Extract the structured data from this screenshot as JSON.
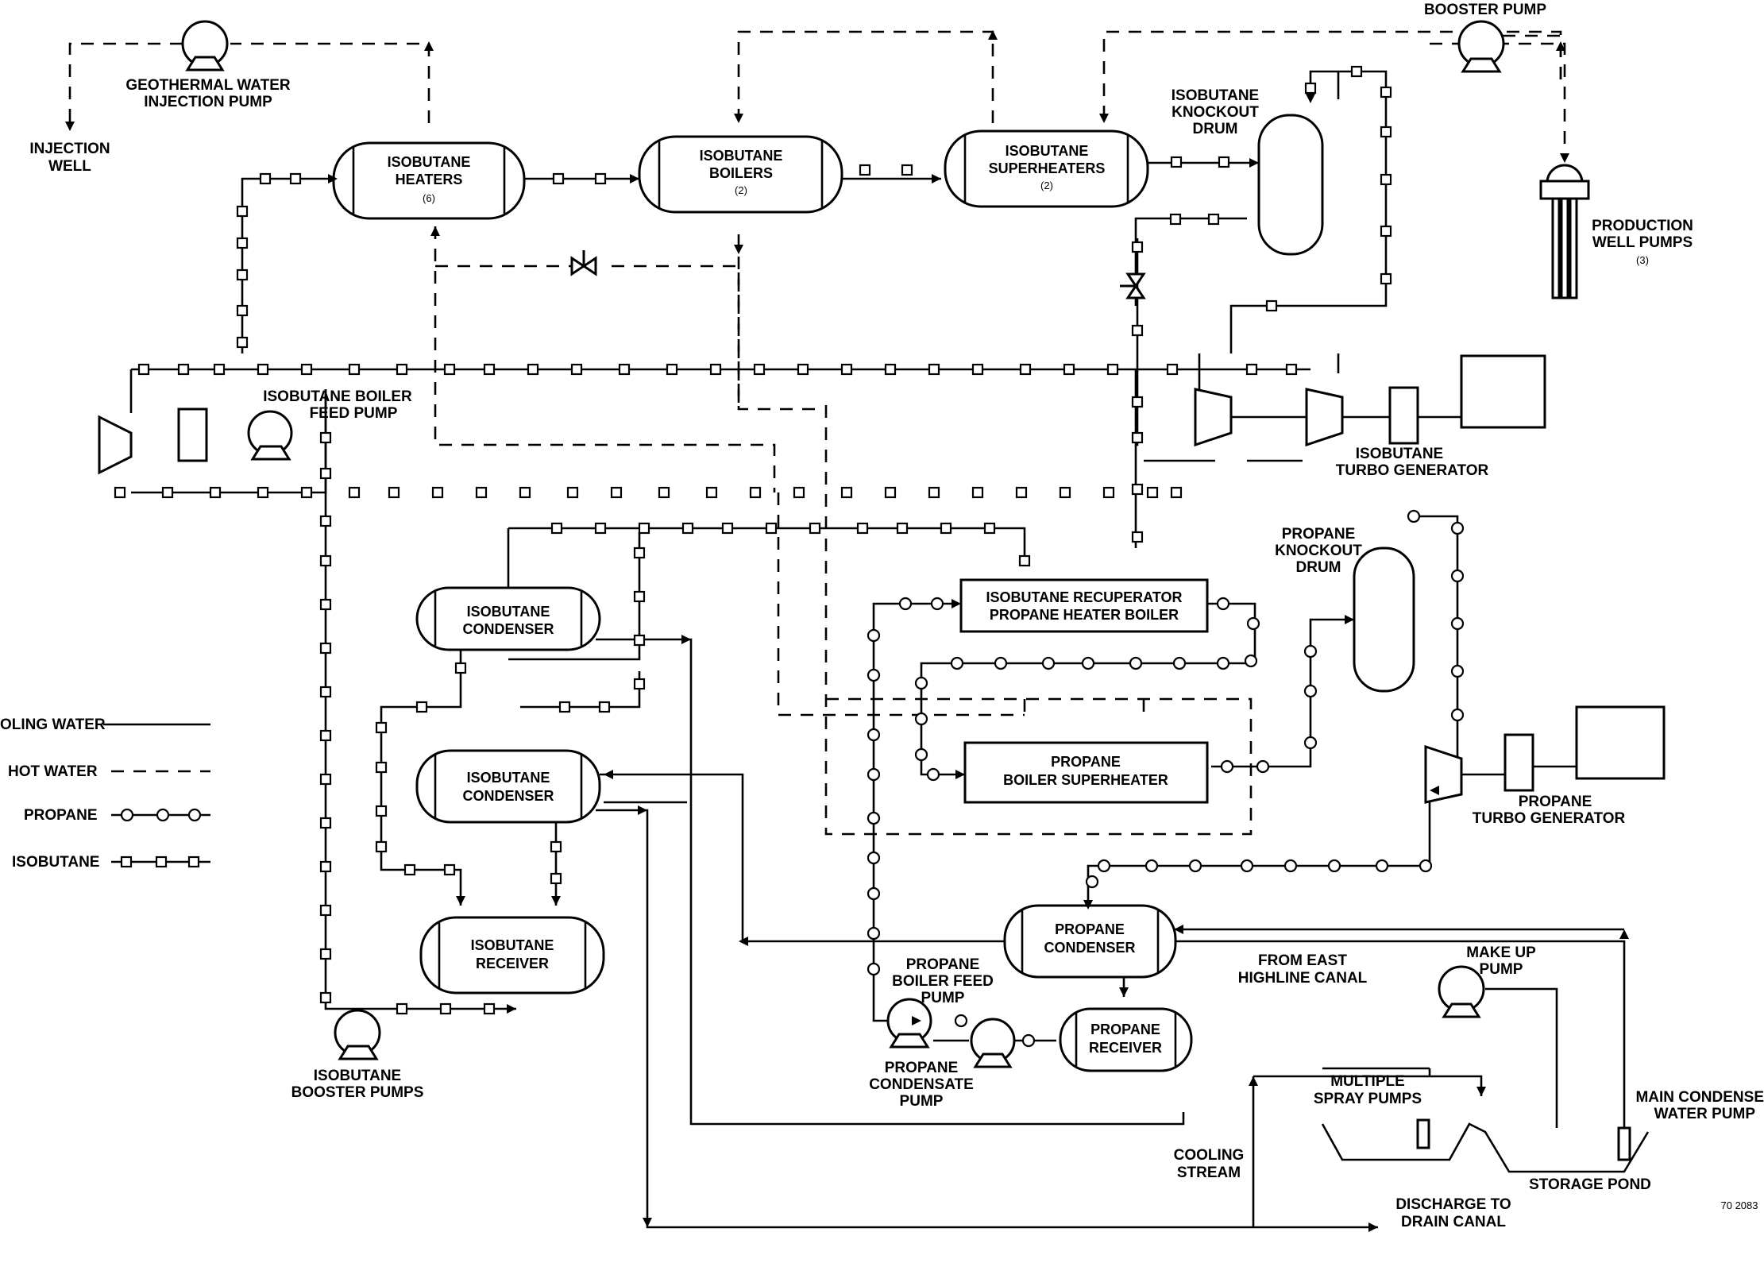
{
  "title_stamp": "70 2083",
  "legend": {
    "cooling_water": "OLING WATER",
    "hot_water": "HOT WATER",
    "propane": "PROPANE",
    "isobutane": "ISOBUTANE"
  },
  "vessels": {
    "isobutane_heaters": [
      "ISOBUTANE",
      "HEATERS",
      "(6)"
    ],
    "isobutane_boilers": [
      "ISOBUTANE",
      "BOILERS",
      "(2)"
    ],
    "isobutane_superheaters": [
      "ISOBUTANE",
      "SUPERHEATERS",
      "(2)"
    ],
    "isobutane_condenser_1": [
      "ISOBUTANE",
      "CONDENSER"
    ],
    "isobutane_condenser_2": [
      "ISOBUTANE",
      "CONDENSER"
    ],
    "isobutane_receiver": [
      "ISOBUTANE",
      "RECEIVER"
    ],
    "recuperator": [
      "ISOBUTANE RECUPERATOR",
      "PROPANE HEATER BOILER"
    ],
    "propane_boiler_superheater": [
      "PROPANE",
      "BOILER SUPERHEATER"
    ],
    "propane_condenser": [
      "PROPANE",
      "CONDENSER"
    ],
    "propane_receiver": [
      "PROPANE",
      "RECEIVER"
    ]
  },
  "labels": {
    "booster_pump": "BOOSTER PUMP",
    "geothermal_pump": [
      "GEOTHERMAL WATER",
      "INJECTION PUMP"
    ],
    "injection_well": [
      "INJECTION",
      "WELL"
    ],
    "isobutane_knockout_drum": [
      "ISOBUTANE",
      "KNOCKOUT",
      "DRUM"
    ],
    "production_well_pumps": [
      "PRODUCTION",
      "WELL PUMPS",
      "(3)"
    ],
    "isobutane_boiler_feed_pump": [
      "ISOBUTANE BOILER",
      "FEED PUMP"
    ],
    "isobutane_turbo_generator": [
      "ISOBUTANE",
      "TURBO GENERATOR"
    ],
    "propane_knockout_drum": [
      "PROPANE",
      "KNOCKOUT",
      "DRUM"
    ],
    "propane_turbo_generator": [
      "PROPANE",
      "TURBO GENERATOR"
    ],
    "propane_boiler_feed_pump": [
      "PROPANE",
      "BOILER FEED",
      "PUMP"
    ],
    "propane_condensate_pump": [
      "PROPANE",
      "CONDENSATE",
      "PUMP"
    ],
    "isobutane_booster_pumps": [
      "ISOBUTANE",
      "BOOSTER PUMPS"
    ],
    "from_east_canal": [
      "FROM EAST",
      "HIGHLINE CANAL"
    ],
    "make_up_pump": [
      "MAKE UP",
      "PUMP"
    ],
    "multiple_spray_pumps": [
      "MULTIPLE",
      "SPRAY PUMPS"
    ],
    "main_condenser_pump": [
      "MAIN CONDENSE",
      "WATER PUMP"
    ],
    "cooling_stream": [
      "COOLING",
      "STREAM"
    ],
    "storage_pond": "STORAGE POND",
    "discharge": [
      "DISCHARGE TO",
      "DRAIN CANAL"
    ]
  }
}
